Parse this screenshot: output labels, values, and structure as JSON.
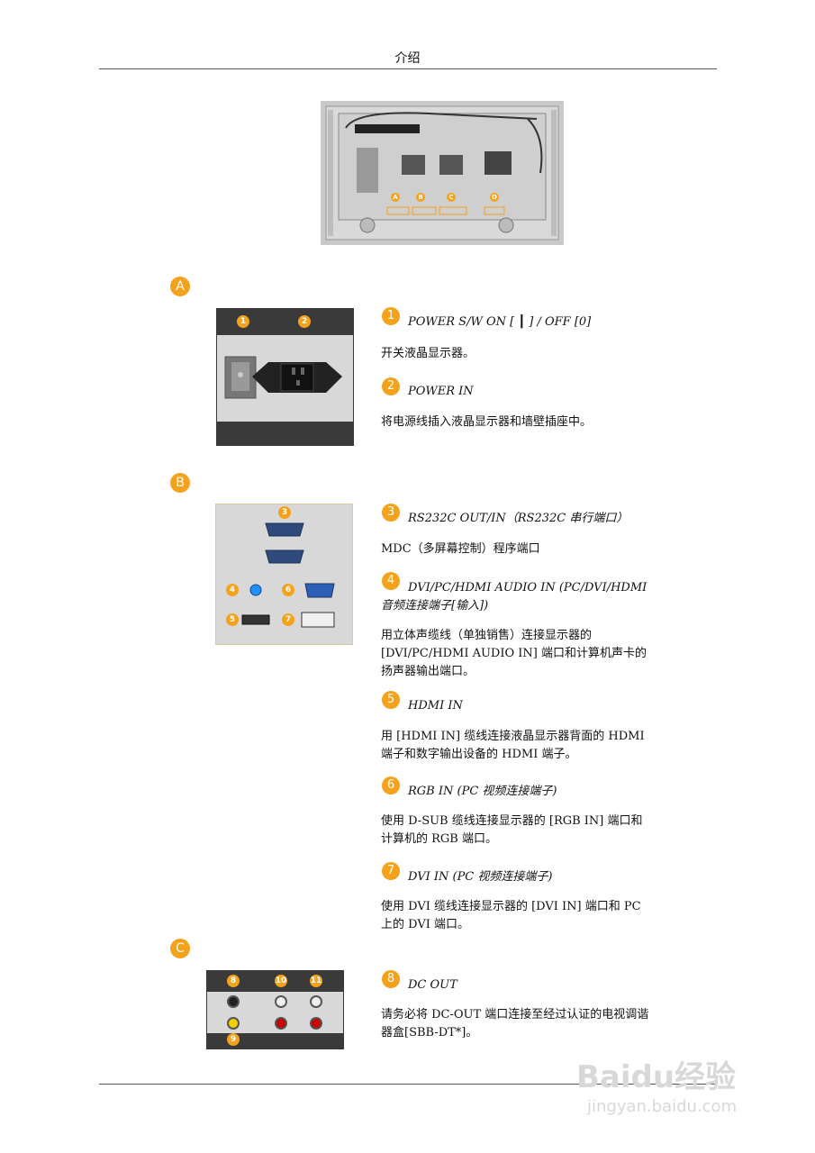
{
  "header": {
    "title": "介绍"
  },
  "sections": {
    "a": {
      "badge": "A"
    },
    "b": {
      "badge": "B"
    },
    "c": {
      "badge": "C"
    }
  },
  "items": [
    {
      "num": "1",
      "title": "POWER S/W ON [ ┃ ] / OFF [0]",
      "desc": "开关液晶显示器。"
    },
    {
      "num": "2",
      "title": "POWER IN",
      "desc": "将电源线插入液晶显示器和墙壁插座中。"
    },
    {
      "num": "3",
      "title": "RS232C OUT/IN（RS232C 串行端口）",
      "desc": "MDC（多屏幕控制）程序端口"
    },
    {
      "num": "4",
      "title": "DVI/PC/HDMI AUDIO IN (PC/DVI/HDMI 音频连接端子[输入])",
      "desc": "用立体声缆线（单独销售）连接显示器的 [DVI/PC/HDMI AUDIO IN] 端口和计算机声卡的扬声器输出端口。"
    },
    {
      "num": "5",
      "title": "HDMI IN",
      "desc": "用 [HDMI IN] 缆线连接液晶显示器背面的 HDMI 端子和数字输出设备的 HDMI 端子。"
    },
    {
      "num": "6",
      "title": "RGB IN (PC 视频连接端子)",
      "desc": "使用 D-SUB 缆线连接显示器的 [RGB IN] 端口和计算机的 RGB 端口。"
    },
    {
      "num": "7",
      "title": "DVI IN (PC 视频连接端子)",
      "desc": "使用 DVI 缆线连接显示器的 [DVI IN] 端口和 PC 上的 DVI 端口。"
    },
    {
      "num": "8",
      "title": "DC OUT",
      "desc": "请务必将 DC-OUT 端口连接至经过认证的电视调谐器盒[SBB-DT*]。"
    }
  ],
  "figure_labels": {
    "top": [
      "A",
      "B",
      "C",
      "D"
    ],
    "a": [
      "1",
      "2"
    ],
    "b": [
      "3",
      "4",
      "5",
      "6",
      "7"
    ],
    "c": [
      "8",
      "9",
      "10",
      "11"
    ]
  },
  "watermark": {
    "brand": "Baidu经验",
    "url": "jingyan.baidu.com"
  }
}
